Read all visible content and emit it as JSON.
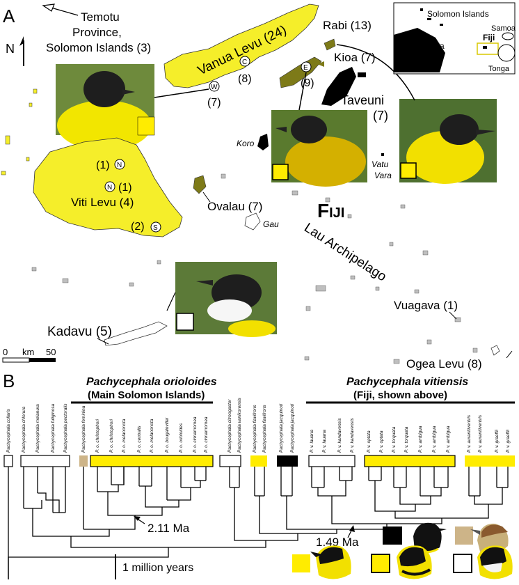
{
  "panel_a": {
    "label": "A",
    "north": "N",
    "temotu": [
      "Temotu",
      "Province,",
      "Solomon Islands (3)"
    ],
    "islands": {
      "vanua_levu": "Vanua Levu (24)",
      "rabi": "Rabi (13)",
      "kioa": "Kioa (7)",
      "taveuni": "Taveuni",
      "taveuni_n": "(7)",
      "koro": "Koro",
      "vatu": "Vatu",
      "vara": "Vara",
      "viti_levu": "Viti Levu (4)",
      "ovalau": "Ovalau (7)",
      "gau": "Gau",
      "kadavu": "Kadavu (5)",
      "vuagava": "Vuagava (1)",
      "ogea": "Ogea Levu (8)",
      "lau": "Lau Archipelago",
      "fiji_big": "F",
      "fiji_small": "IJI"
    },
    "markers": {
      "c": "C",
      "c_n": "(8)",
      "w": "W",
      "w_n": "(7)",
      "e": "E",
      "e_n": "(9)",
      "n1": "N",
      "n1_n": "(1)",
      "n2": "N",
      "n2_n": "(1)",
      "s": "S",
      "s_n": "(2)"
    },
    "scale": {
      "zero": "0",
      "unit": "km",
      "fifty": "50"
    },
    "inset": {
      "solomon": "Solomon Islands",
      "australia": "Australia",
      "fiji": "Fiji",
      "samoa": "Samoa",
      "tonga": "Tonga"
    }
  },
  "panel_b": {
    "label": "B",
    "orioloides_title": "Pachycephala orioloides",
    "orioloides_sub": "(Main Solomon Islands)",
    "vitiensis_title": "Pachycephala vitiensis",
    "vitiensis_sub": "(Fiji, shown above)",
    "node1": "2.11 Ma",
    "node2": "1.49 Ma",
    "scale": "1 million years",
    "taxa": [
      "Pachycephala collaris",
      "Pachycephala chlorura",
      "Pachycephala melanura",
      "Pachycephala fuliginosa",
      "Pachycephala pectoralis",
      "Pachycephala feminina",
      "P. o. christophori",
      "P. o. christophori",
      "P. o. melanonota",
      "P. o. centralis",
      "P. o. melanonota",
      "P. o. bougainvillei",
      "P. o. orioloides",
      "P. o. cinnamomea",
      "P. o. cinnamomea",
      "Pachycephala citreogaster",
      "Pachycephala vanikorensis",
      "Pachycephala flavifrons",
      "Pachycephala flavifrons",
      "Pachycephala jacquinoti",
      "Pachycephala jacquinoti",
      "P. v. lauana",
      "P. v. lauana",
      "P. v. kandavensis",
      "P. v. kandavensis",
      "P. v. optata",
      "P. v. optata",
      "P. v. torquata",
      "P. v. torquata",
      "P. v. ambigua",
      "P. v. ambigua",
      "P. v. ambigua",
      "P. v. aurantiiventris",
      "P. v. aurantiiventris",
      "P. v. graeffii",
      "P. v. graeffii"
    ]
  },
  "colors": {
    "yellow": "#ffec00",
    "map_yellow": "#f5ee2a",
    "olive": "#7d7a18",
    "tan": "#cdb488"
  }
}
